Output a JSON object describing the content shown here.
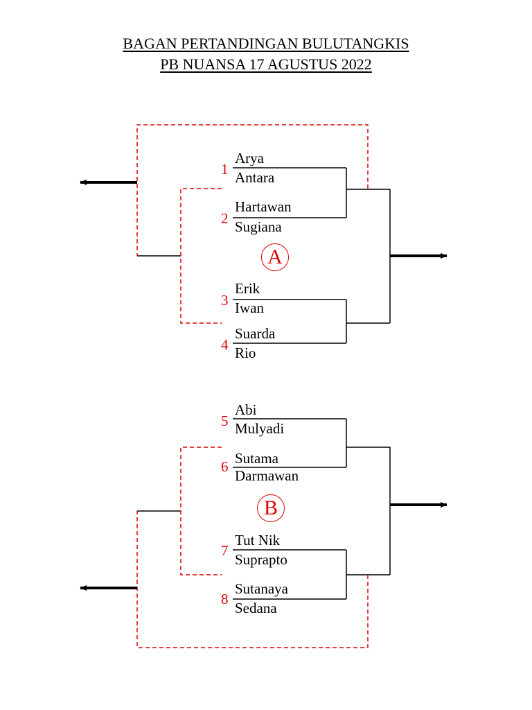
{
  "title": {
    "line1": "BAGAN PERTANDINGAN BULUTANGKIS",
    "line2": "PB NUANSA 17 AGUSTUS 2022"
  },
  "colors": {
    "line": "#000000",
    "accent": "#e00000"
  },
  "groups": [
    {
      "label": "A",
      "pairs": [
        {
          "number": "1",
          "player1": "Arya",
          "player2": "Antara"
        },
        {
          "number": "2",
          "player1": "Hartawan",
          "player2": "Sugiana"
        },
        {
          "number": "3",
          "player1": "Erik",
          "player2": "Iwan"
        },
        {
          "number": "4",
          "player1": "Suarda",
          "player2": "Rio"
        }
      ]
    },
    {
      "label": "B",
      "pairs": [
        {
          "number": "5",
          "player1": "Abi",
          "player2": "Mulyadi"
        },
        {
          "number": "6",
          "player1": "Sutama",
          "player2": "Darmawan"
        },
        {
          "number": "7",
          "player1": "Tut Nik",
          "player2": "Suprapto"
        },
        {
          "number": "8",
          "player1": "Sutanaya",
          "player2": "Sedana"
        }
      ]
    }
  ]
}
